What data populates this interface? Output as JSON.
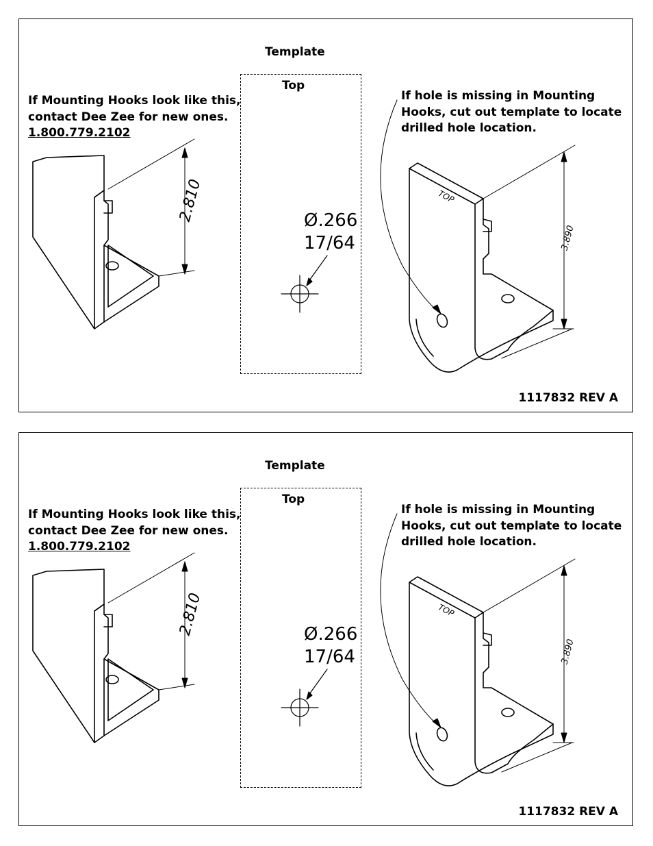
{
  "panels": [
    {
      "template_title": "Template",
      "top_label": "Top",
      "left_note": {
        "line1": "If Mounting Hooks look like this,",
        "line2": "contact Dee Zee for new ones.",
        "phone": "1.800.779.2102"
      },
      "right_note": {
        "line1": "If hole is missing in Mounting",
        "line2": "Hooks, cut out template to locate",
        "line3": "drilled hole location."
      },
      "hole_diameter": "Ø.266",
      "hole_fraction": "17/64",
      "left_dimension": "2.810",
      "right_dimension": "3.890",
      "bracket_label": "TOP",
      "part_number": "1117832 REV A"
    },
    {
      "template_title": "Template",
      "top_label": "Top",
      "left_note": {
        "line1": "If Mounting Hooks look like this,",
        "line2": "contact Dee Zee for new ones.",
        "phone": "1.800.779.2102"
      },
      "right_note": {
        "line1": "If hole is missing in Mounting",
        "line2": "Hooks, cut out template to locate",
        "line3": "drilled hole location."
      },
      "hole_diameter": "Ø.266",
      "hole_fraction": "17/64",
      "left_dimension": "2.810",
      "right_dimension": "3.890",
      "bracket_label": "TOP",
      "part_number": "1117832 REV A"
    }
  ]
}
